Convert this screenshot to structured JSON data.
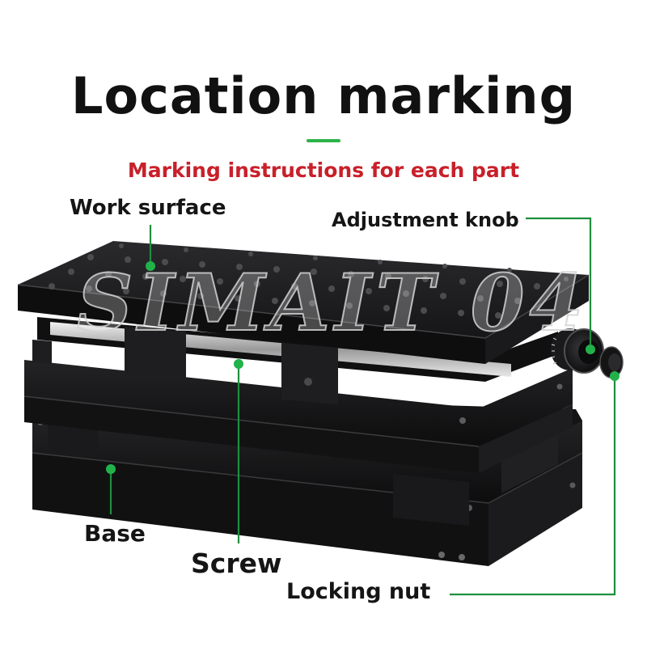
{
  "header": {
    "title": "Location marking",
    "subtitle": "Marking instructions for each part"
  },
  "callouts": {
    "work_surface": "Work surface",
    "adjustment_knob": "Adjustment knob",
    "base": "Base",
    "screw": "Screw",
    "locking_nut": "Locking nut"
  },
  "watermark": "SIMAIT 04",
  "colors": {
    "title": "#111111",
    "subtitle": "#c8202a",
    "leader_line": "#1f8f3f",
    "leader_dot": "#22b24a",
    "stage_body": "#1c1c1e"
  }
}
